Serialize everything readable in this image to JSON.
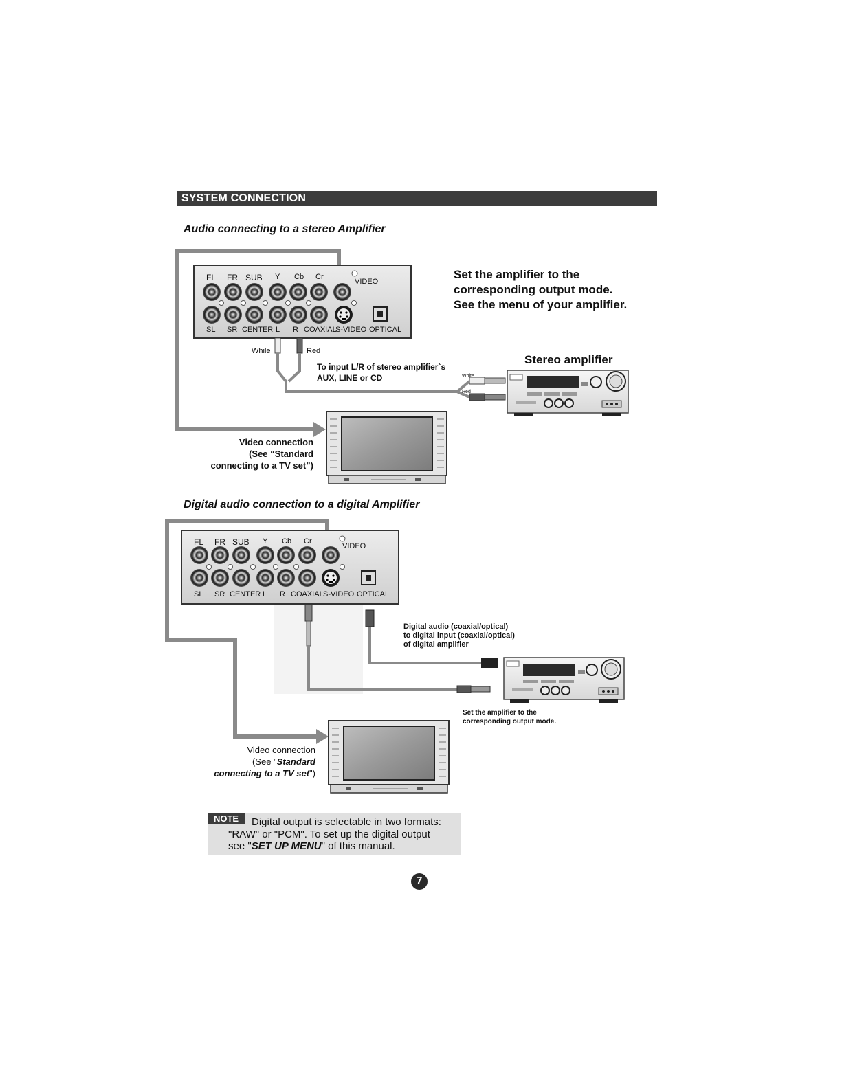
{
  "header": {
    "title": "SYSTEM CONNECTION"
  },
  "section1": {
    "title": "Audio connecting to a stereo Amplifier",
    "instruction_lines": [
      "Set the amplifier to the",
      "corresponding output mode.",
      "See the menu of your amplifier."
    ],
    "top_labels": [
      "FL",
      "FR",
      "SUB",
      "Y",
      "Cb",
      "Cr"
    ],
    "video_label": "VIDEO",
    "bottom_labels": [
      "SL",
      "SR",
      "CENTER",
      "L",
      "R",
      "COAXIAL",
      "S-VIDEO",
      "OPTICAL"
    ],
    "cable_white": "While",
    "cable_red": "Red",
    "input_note_lines": [
      "To input L/R of stereo amplifier`s",
      "AUX, LINE or CD"
    ],
    "amp_title": "Stereo amplifier",
    "amp_white": "White",
    "amp_red": "Red",
    "video_caption_lines": [
      "Video connection",
      "(See “Standard",
      "connecting to a TV set”)"
    ]
  },
  "section2": {
    "title": "Digital audio connection to a digital Amplifier",
    "top_labels": [
      "FL",
      "FR",
      "SUB",
      "Y",
      "Cb",
      "Cr"
    ],
    "video_label": "VIDEO",
    "bottom_labels": [
      "SL",
      "SR",
      "CENTER",
      "L",
      "R",
      "COAXIAL",
      "S-VIDEO",
      "OPTICAL"
    ],
    "digital_note_lines": [
      "Digital audio (coaxial/optical)",
      "to digital input (coaxial/optical)",
      "of digital amplifier"
    ],
    "amp_note_lines": [
      "Set the amplifier to the",
      "corresponding output mode."
    ],
    "video_caption_line1": "Video connection",
    "video_caption_line2_pre": "(See \"",
    "video_caption_line2_em": "Standard",
    "video_caption_line3_em": "connecting to a TV set",
    "video_caption_line3_post": "\")"
  },
  "note": {
    "tag": "NOTE",
    "line1": "Digital output is selectable in two formats:",
    "line2": "\"RAW\" or \"PCM\". To set up the digital output",
    "line3_pre": "see \"",
    "line3_em": "SET UP MENU",
    "line3_post": "\" of this manual."
  },
  "page_number": "7"
}
